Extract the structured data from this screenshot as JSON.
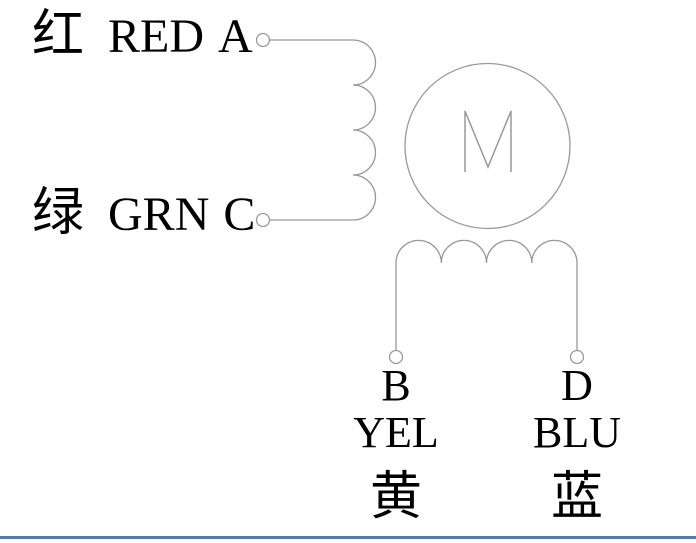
{
  "motor": {
    "label": "M"
  },
  "phases": {
    "a": {
      "cn": "红",
      "en": "RED",
      "terminal": "A"
    },
    "c": {
      "cn": "绿",
      "en": "GRN",
      "terminal": "C"
    },
    "b": {
      "terminal": "B",
      "en": "YEL",
      "cn": "黄"
    },
    "d": {
      "terminal": "D",
      "en": "BLU",
      "cn": "蓝"
    }
  },
  "colors": {
    "wire": "#999999",
    "text": "#000000",
    "bottom_bar": "#4e7cb7"
  }
}
